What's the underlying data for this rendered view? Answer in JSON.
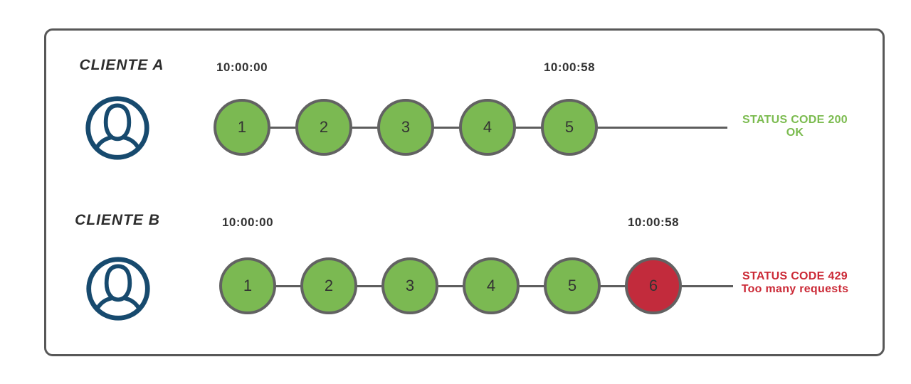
{
  "diagram": {
    "title_semantic": "rate-limit-diagram",
    "rows": [
      {
        "client_label": "CLIENTE A",
        "start_time": "10:00:00",
        "end_time": "10:00:58",
        "requests": [
          "1",
          "2",
          "3",
          "4",
          "5"
        ],
        "status": {
          "line1": "STATUS CODE 200",
          "line2": "OK"
        }
      },
      {
        "client_label": "CLIENTE B",
        "start_time": "10:00:00",
        "end_time": "10:00:58",
        "requests": [
          "1",
          "2",
          "3",
          "4",
          "5",
          "6"
        ],
        "status": {
          "line1": "STATUS CODE 429",
          "line2": "Too many requests"
        }
      }
    ],
    "colors": {
      "success_green": "#7bb952",
      "error_red": "#c22b3c",
      "avatar_navy": "#174a6e",
      "line_gray": "#5d5d5d",
      "frame_gray": "#585858",
      "text_dark": "#2d2d2d"
    },
    "icons": [
      {
        "name": "user-avatar-icon",
        "meaning": "client user silhouette in circle"
      }
    ]
  }
}
